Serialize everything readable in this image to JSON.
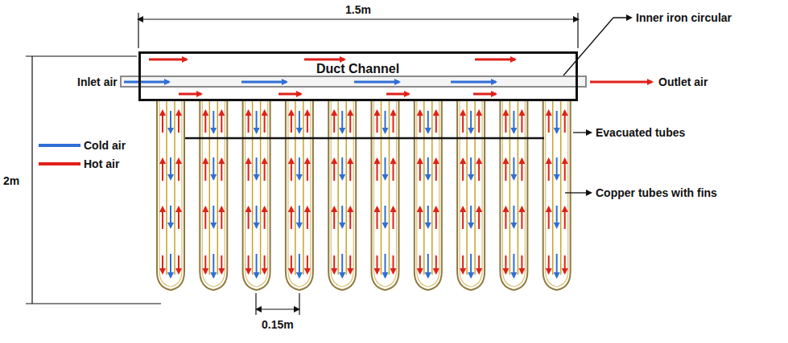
{
  "diagram": {
    "nodes": [
      {
        "text": [
          "Duct Channel"
        ]
      }
    ],
    "labels": [
      "1.5m",
      "Inlet air",
      "Outlet air",
      "Inner iron circular",
      "Evacuated tubes",
      "Copper tubes with fins",
      "2m",
      "0.15m"
    ],
    "legend": [
      {
        "text": "Cold air"
      },
      {
        "text": "Hot air"
      }
    ]
  }
}
